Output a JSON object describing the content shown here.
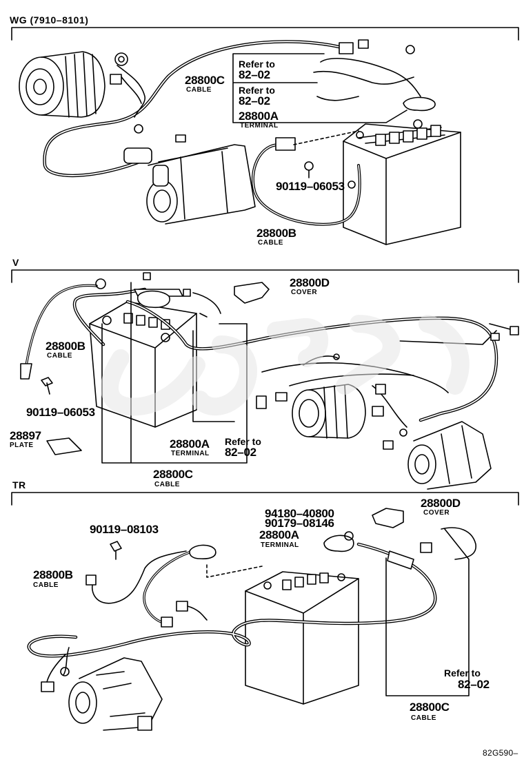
{
  "sections": [
    {
      "name": "WG (7910–8101)",
      "labels": {
        "cable_c_pn": "28800C",
        "cable_c_sub": "CABLE",
        "refer1": "Refer to",
        "refer1_code": "82–02",
        "refer2": "Refer to",
        "refer2_code": "82–02",
        "terminal_pn": "28800A",
        "terminal_sub": "TERMINAL",
        "bolt_pn": "90119–06053",
        "cable_b_pn": "28800B",
        "cable_b_sub": "CABLE"
      }
    },
    {
      "name": "V",
      "labels": {
        "cover_pn": "28800D",
        "cover_sub": "COVER",
        "cable_b_pn": "28800B",
        "cable_b_sub": "CABLE",
        "bolt_pn": "90119–06053",
        "plate_pn": "28897",
        "plate_sub": "PLATE",
        "terminal_pn": "28800A",
        "terminal_sub": "TERMINAL",
        "refer": "Refer to",
        "refer_code": "82–02",
        "cable_c_pn": "28800C",
        "cable_c_sub": "CABLE"
      }
    },
    {
      "name": "TR",
      "labels": {
        "bolt_pn": "90119–08103",
        "cable_b_pn": "28800B",
        "cable_b_sub": "CABLE",
        "nut1_pn": "94180–40800",
        "nut2_pn": "90179–08146",
        "terminal_pn": "28800A",
        "terminal_sub": "TERMINAL",
        "cover_pn": "28800D",
        "cover_sub": "COVER",
        "refer": "Refer to",
        "refer_code": "82–02",
        "cable_c_pn": "28800C",
        "cable_c_sub": "CABLE"
      }
    }
  ],
  "figure_code": "82G590–"
}
